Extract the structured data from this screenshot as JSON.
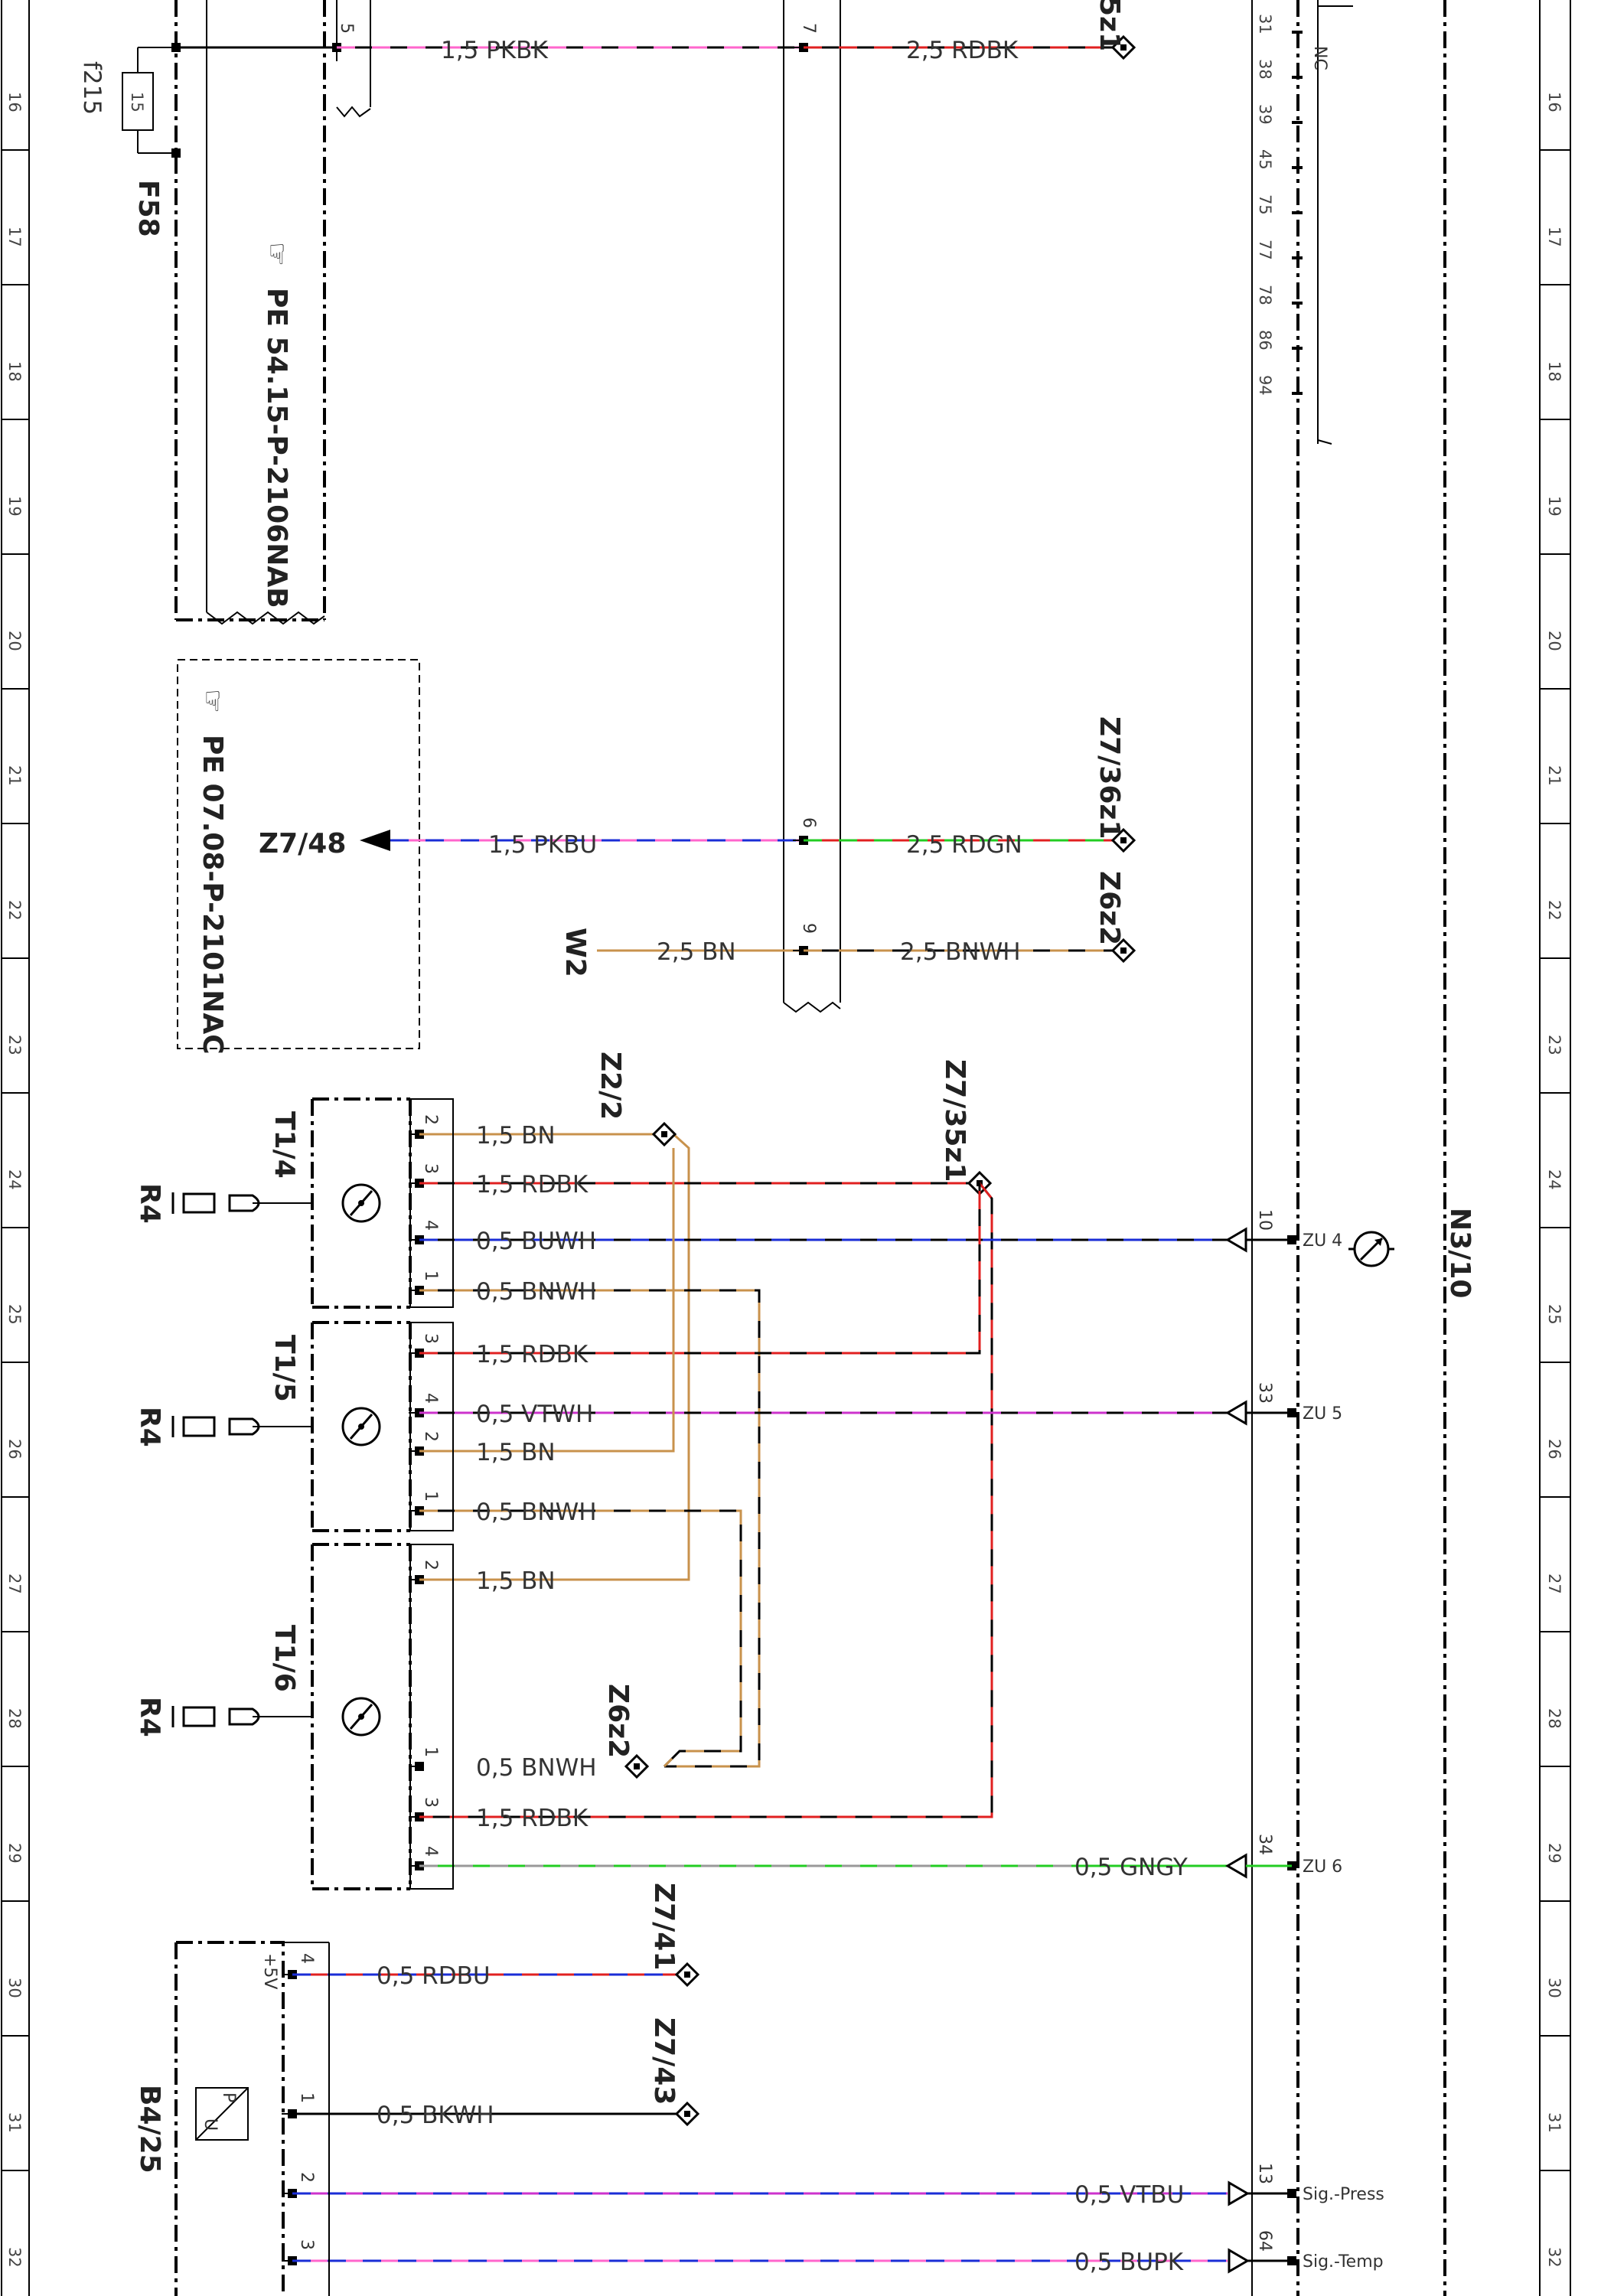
{
  "rows": [
    "16",
    "17",
    "18",
    "19",
    "20",
    "21",
    "22",
    "23",
    "24",
    "25",
    "26",
    "27",
    "28",
    "29",
    "30",
    "31",
    "32"
  ],
  "fuse": {
    "id": "F58",
    "label": "f215",
    "value": "15"
  },
  "refs": {
    "ref1": "PE 54.15-P-2106NAB",
    "ref2": "PE 07.08-P-2101NAC"
  },
  "connector_pins": [
    "31",
    "38",
    "39",
    "45",
    "75",
    "77",
    "78",
    "86",
    "94"
  ],
  "nc": "NC",
  "module": {
    "name": "N3/10"
  },
  "wires": {
    "top_pk": "1,5 PKBK",
    "top_rd": "2,5 RDBK",
    "pkbu": "1,5 PKBU",
    "rdgn": "2,5 RDGN",
    "bn25": "2,5 BN",
    "bnwh25": "2,5 BNWH",
    "t4_bn": "1,5 BN",
    "t4_rdbk": "1,5 RDBK",
    "t4_buwh": "0,5 BUWH",
    "t4_bnwh": "0,5 BNWH",
    "t5_rdbk": "1,5 RDBK",
    "t5_vtwh": "0,5 VTWH",
    "t5_bn": "1,5 BN",
    "t5_bnwh": "0,5 BNWH",
    "t6_bn": "1,5 BN",
    "t6_bnwh": "0,5 BNWH",
    "t6_rdbk": "1,5 RDBK",
    "gngy": "0,5 GNGY",
    "rdbu": "0,5 RDBU",
    "bkwh": "0,5 BKWH",
    "vtbu": "0,5 VTBU",
    "bupk": "0,5 BUPK"
  },
  "points": {
    "z5z1": "5z1",
    "z736": "Z7/36z1",
    "z6z2": "Z6z2",
    "z748": "Z7/48",
    "w2": "W2",
    "z22": "Z2/2",
    "z735": "Z7/35z1",
    "z6z2b": "Z6z2",
    "z741": "Z7/41",
    "z743": "Z7/43"
  },
  "components": {
    "t14": "T1/4",
    "t15": "T1/5",
    "t16": "T1/6",
    "r4": "R4",
    "b425": "B4/25",
    "p": "P",
    "u": "U",
    "plus5v": "+5V"
  },
  "pins": {
    "p5": "5",
    "p7": "7",
    "p6": "6",
    "p9": "9",
    "t4": [
      "2",
      "3",
      "4",
      "1"
    ],
    "t5": [
      "3",
      "4",
      "2",
      "1"
    ],
    "t6": [
      "2",
      "1",
      "3",
      "4"
    ],
    "b425": [
      "4",
      "1",
      "2",
      "3"
    ],
    "m10": "10",
    "m33": "33",
    "m34": "34",
    "m13": "13",
    "m64": "64"
  },
  "sigs": {
    "zu4": "ZU 4",
    "zu5": "ZU 5",
    "zu6": "ZU 6",
    "press": "Sig.-Press",
    "temp": "Sig.-Temp"
  },
  "colors": {
    "pink": "#ff66cc",
    "red": "#e02020",
    "blue": "#1a2dd6",
    "green": "#22cc22",
    "brown": "#c8924c",
    "violet": "#cc33cc",
    "grey": "#999999",
    "black": "#000000"
  }
}
